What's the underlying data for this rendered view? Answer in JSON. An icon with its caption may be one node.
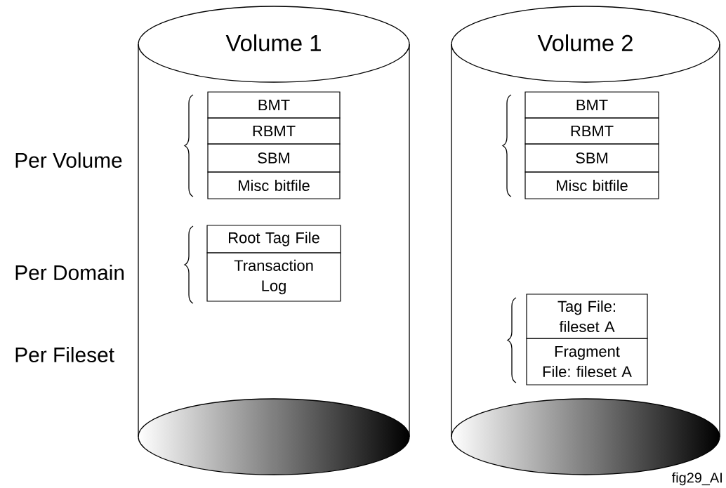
{
  "diagram": {
    "nodes": [
      {
        "text": [
          "Volume 1"
        ]
      },
      {
        "text": [
          "BMT"
        ],
        "in": 0
      },
      {
        "text": [
          "RBMT"
        ],
        "in": 0
      },
      {
        "text": [
          "SBM"
        ],
        "in": 0
      },
      {
        "text": [
          "Misc bitfile"
        ],
        "in": 0
      },
      {
        "text": [
          "Root Tag File"
        ],
        "in": 0
      },
      {
        "text": [
          "Transaction Log"
        ],
        "in": 0
      },
      {
        "text": [
          "Volume 2"
        ]
      },
      {
        "text": [
          "BMT"
        ],
        "in": 7
      },
      {
        "text": [
          "RBMT"
        ],
        "in": 7
      },
      {
        "text": [
          "SBM"
        ],
        "in": 7
      },
      {
        "text": [
          "Misc bitfile"
        ],
        "in": 7
      },
      {
        "text": [
          "Tag File: fileset A"
        ],
        "in": 7
      },
      {
        "text": [
          "Fragment File: fileset A"
        ],
        "in": 7
      }
    ],
    "labels": [
      "Per Volume",
      "Per Domain",
      "Per Fileset",
      "fig29_AI"
    ]
  }
}
